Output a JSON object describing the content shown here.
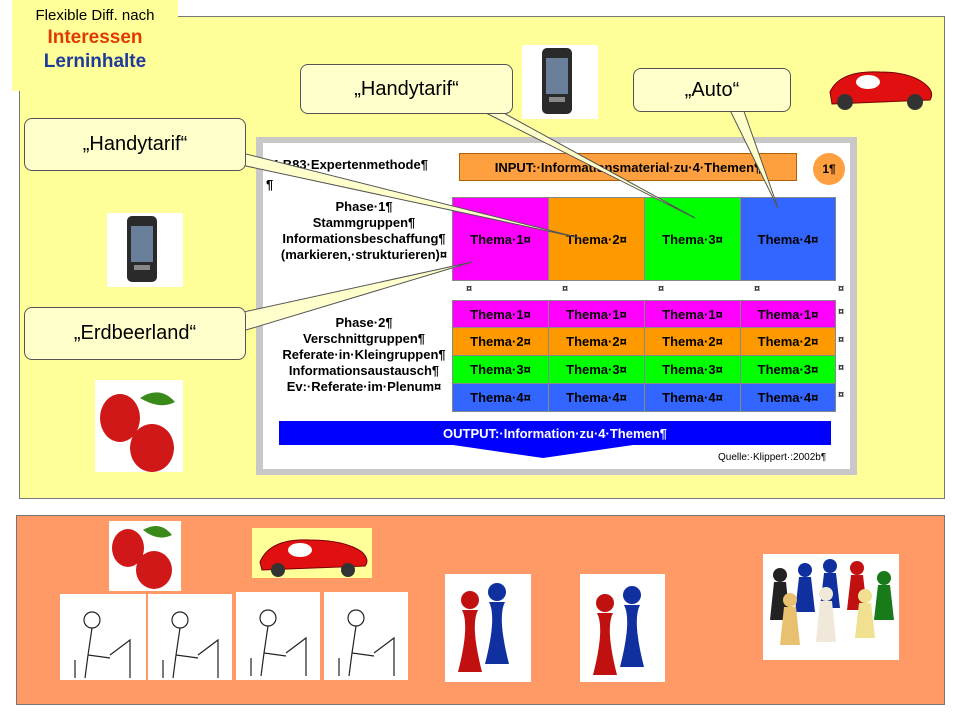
{
  "title": {
    "line1": "Flexible Diff. nach",
    "line2": "Interessen",
    "line3": "Lerninhalte"
  },
  "callouts": {
    "handytarif_top": "„Handytarif“",
    "auto": "„Auto“",
    "handytarif_left": "„Handytarif“",
    "erdbeerland": "„Erdbeerland“"
  },
  "doc": {
    "heading": "K·B83·Expertenmethode¶",
    "input": "INPUT:·Informationsmaterial·zu·4·Themen¶",
    "page_no": "1¶",
    "pilcrow": "¶",
    "phase1": {
      "title": "Phase·1¶",
      "l1": "Stammgruppen¶",
      "l2": "Informationsbeschaffung¶",
      "l3": "(markieren,·strukturieren)¤"
    },
    "phase1_cells": [
      "Thema·1¤",
      "Thema·2¤",
      "Thema·3¤",
      "Thema·4¤"
    ],
    "spacer_cells": [
      "¤",
      "¤",
      "¤",
      "¤",
      "¤"
    ],
    "phase2": {
      "title": "Phase·2¶",
      "l1": "Verschnittgruppen¶",
      "l2": "Referate·in·Kleingruppen¶",
      "l3": "Informationsaustausch¶",
      "l4": "Ev:·Referate·im·Plenum¤"
    },
    "phase2_rows": [
      [
        "Thema·1¤",
        "Thema·1¤",
        "Thema·1¤",
        "Thema·1¤"
      ],
      [
        "Thema·2¤",
        "Thema·2¤",
        "Thema·2¤",
        "Thema·2¤"
      ],
      [
        "Thema·3¤",
        "Thema·3¤",
        "Thema·3¤",
        "Thema·3¤"
      ],
      [
        "Thema·4¤",
        "Thema·4¤",
        "Thema·4¤",
        "Thema·4¤"
      ]
    ],
    "row_end_marks": [
      "¤",
      "¤",
      "¤",
      "¤",
      "¤"
    ],
    "output": "OUTPUT:·Information·zu·4·Themen¶",
    "source": "Quelle:·Klippert·:2002b¶"
  },
  "colors": {
    "pink": "#ff00ff",
    "orange": "#ff9900",
    "green": "#00ff00",
    "blue": "#3366ff"
  }
}
